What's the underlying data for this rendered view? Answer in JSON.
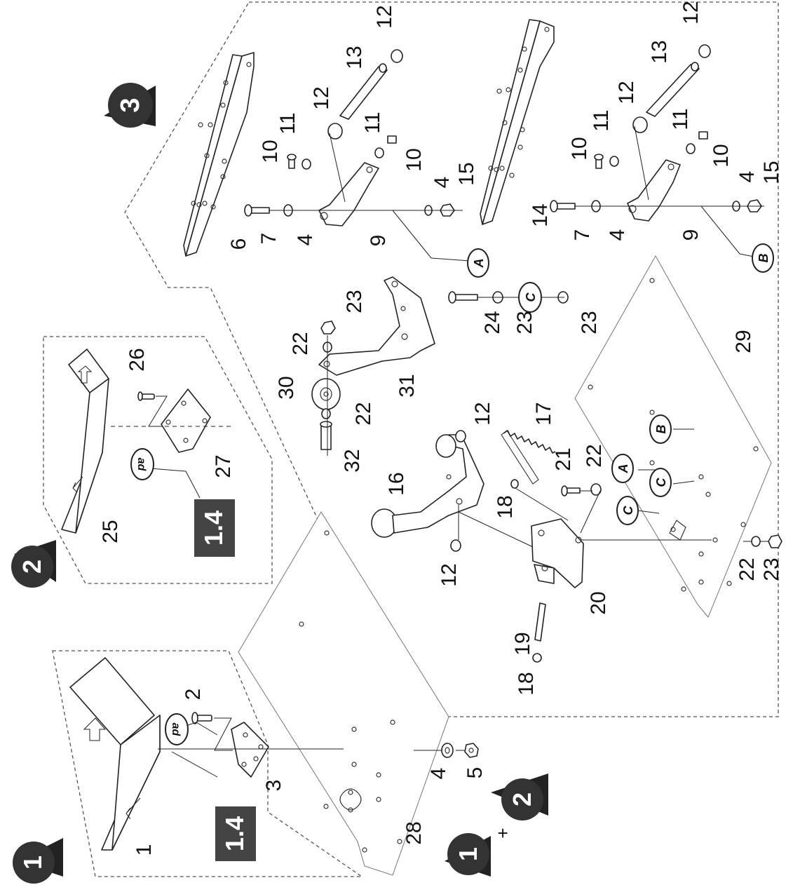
{
  "sections": [
    {
      "id": "1",
      "label": "1"
    },
    {
      "id": "2",
      "label": "2"
    },
    {
      "id": "3",
      "label": "3"
    },
    {
      "id": "1+2",
      "label_a": "1",
      "plus": "+",
      "label_b": "2"
    }
  ],
  "reference_labels": [
    "1.4",
    "1.4"
  ],
  "adhesive_marks": [
    "ad",
    "ad"
  ],
  "connectors": [
    "A",
    "A",
    "B",
    "B",
    "C",
    "C",
    "C"
  ],
  "part_numbers": {
    "p1": "1",
    "p2": "2",
    "p3": "3",
    "p4a": "4",
    "p5": "5",
    "p25": "25",
    "p26": "26",
    "p27": "27",
    "p28": "28",
    "p6": "6",
    "p7a": "7",
    "p4b": "4",
    "p9a": "9",
    "p10a": "10",
    "p11a": "11",
    "p12a": "12",
    "p13a": "13",
    "p12b": "12",
    "p11b": "11",
    "p10b": "10",
    "p4c": "4",
    "p15a": "15",
    "p14": "14",
    "p7b": "7",
    "p4d": "4",
    "p9b": "9",
    "p10c": "10",
    "p11c": "11",
    "p12c": "12",
    "p13b": "13",
    "p12d": "12",
    "p11d": "11",
    "p10d": "10",
    "p4e": "4",
    "p15b": "15",
    "p23a": "23",
    "p22a": "22",
    "p30": "30",
    "p31": "31",
    "p22b": "22",
    "p32": "32",
    "p24": "24",
    "p23b": "23",
    "p23c": "23",
    "p29": "29",
    "p16": "16",
    "p12e": "12",
    "p17": "17",
    "p21": "21",
    "p22c": "22",
    "p18a": "18",
    "p12f": "12",
    "p20": "20",
    "p19": "19",
    "p18b": "18",
    "p22d": "22",
    "p23d": "23"
  }
}
